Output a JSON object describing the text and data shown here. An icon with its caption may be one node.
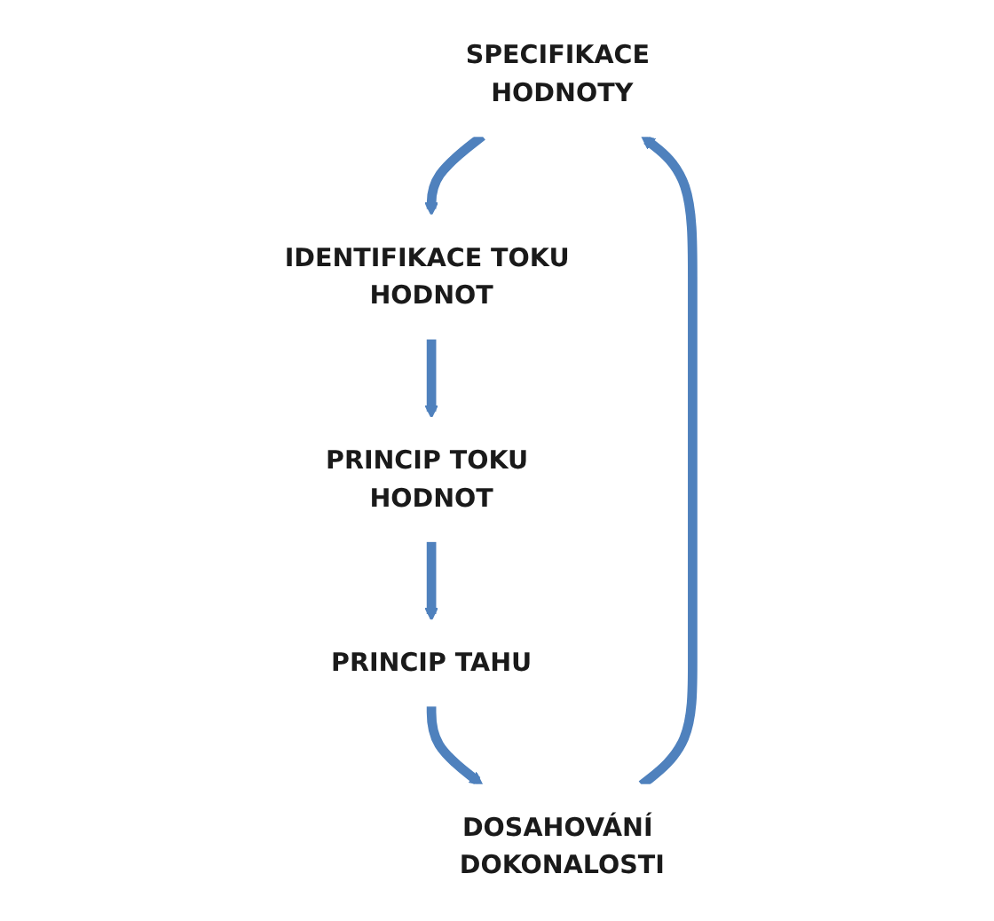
{
  "diagram": {
    "nodes": [
      {
        "text": [
          "SPECIFIKACE HODNOTY"
        ]
      },
      {
        "text": [
          "IDENTIFIKACE TOKU HODNOT"
        ]
      },
      {
        "text": [
          "PRINCIP TOKU HODNOT"
        ]
      },
      {
        "text": [
          "PRINCIP TAHU"
        ]
      },
      {
        "text": [
          "DOSAHOVÁNÍ DOKONALOSTI"
        ]
      }
    ],
    "edges": [
      {
        "from": 4,
        "to": 0,
        "arrow": "to"
      },
      {
        "from": 0,
        "to": 1,
        "arrow": "to"
      },
      {
        "from": 1,
        "to": 2,
        "arrow": "to"
      },
      {
        "from": 2,
        "to": 3,
        "arrow": "to"
      },
      {
        "from": 3,
        "to": 4,
        "arrow": "to"
      }
    ]
  }
}
